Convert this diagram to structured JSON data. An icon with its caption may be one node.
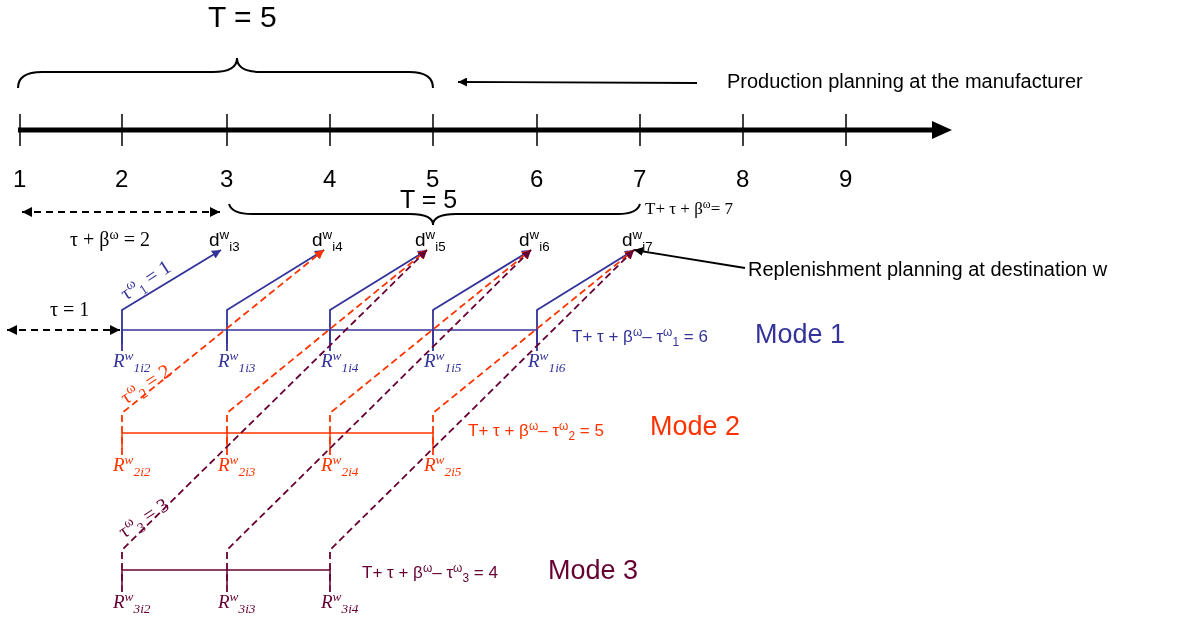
{
  "diagram": {
    "nodes": [
      {
        "text": [
          "Production planning at the manufacturer"
        ]
      },
      {
        "text": [
          "d$^{w}$$_{i3}$"
        ]
      },
      {
        "text": [
          "d$^{w}$$_{i4}$"
        ]
      },
      {
        "text": [
          "d$^{w}$$_{i5}$"
        ]
      },
      {
        "text": [
          "d$^{w}$$_{i6}$"
        ]
      },
      {
        "text": [
          "d$^{w}$$_{i7}$"
        ]
      },
      {
        "text": [
          "Replenishment planning at destination w"
        ]
      },
      {
        "text": [
          "R$^{w}$$_{1i2}$"
        ]
      },
      {
        "text": [
          "R$^{w}$$_{1i3}$"
        ]
      },
      {
        "text": [
          "R$^{w}$$_{1i4}$"
        ]
      },
      {
        "text": [
          "R$^{w}$$_{1i5}$"
        ]
      },
      {
        "text": [
          "R$^{w}$$_{1i6}$"
        ]
      },
      {
        "text": [
          "R$^{w}$$_{2i2}$"
        ]
      },
      {
        "text": [
          "R$^{w}$$_{2i3}$"
        ]
      },
      {
        "text": [
          "R$^{w}$$_{2i4}$"
        ]
      },
      {
        "text": [
          "R$^{w}$$_{2i5}$"
        ]
      },
      {
        "text": [
          "R$^{w}$$_{3i2}$"
        ]
      },
      {
        "text": [
          "R$^{w}$$_{3i3}$"
        ]
      },
      {
        "text": [
          "R$^{w}$$_{3i4}$"
        ]
      }
    ],
    "edges": [
      {
        "from": 0,
        "to": null,
        "arrow": "to",
        "color": "#000000"
      },
      {
        "from": 6,
        "to": 5,
        "arrow": "to",
        "color": "#000000"
      },
      {
        "from": 7,
        "to": 1,
        "arrow": "to",
        "color": "#333399"
      },
      {
        "from": 8,
        "to": 2,
        "arrow": "to",
        "color": "#333399"
      },
      {
        "from": 9,
        "to": 3,
        "arrow": "to",
        "color": "#333399"
      },
      {
        "from": 10,
        "to": 4,
        "arrow": "to",
        "color": "#333399"
      },
      {
        "from": 11,
        "to": 5,
        "arrow": "to",
        "color": "#333399"
      },
      {
        "from": 12,
        "to": 2,
        "arrow": "to",
        "style": "dashed",
        "color": "#ff3300"
      },
      {
        "from": 13,
        "to": 3,
        "arrow": "to",
        "style": "dashed",
        "color": "#ff3300"
      },
      {
        "from": 14,
        "to": 4,
        "arrow": "to",
        "style": "dashed",
        "color": "#ff3300"
      },
      {
        "from": 15,
        "to": 5,
        "arrow": "to",
        "style": "dashed",
        "color": "#ff3300"
      },
      {
        "from": 16,
        "to": 3,
        "arrow": "to",
        "style": "dashed",
        "color": "#660033"
      },
      {
        "from": 17,
        "to": 4,
        "arrow": "to",
        "style": "dashed",
        "color": "#660033"
      },
      {
        "from": 18,
        "to": 5,
        "arrow": "to",
        "style": "dashed",
        "color": "#660033"
      }
    ],
    "labels": [
      "T = 5",
      "1",
      "2",
      "3",
      "4",
      "5",
      "6",
      "7",
      "8",
      "9",
      "T = 5",
      "τ + β$^{ω}$ = 2",
      "T+ τ + β$^{ω}$= 7",
      "τ = 1",
      "τ$^{ω}$$_{1}$ = 1",
      "T+ τ + β$^{ω}$– τ$^{ω}$$_{1}$ = 6",
      "Mode 1",
      "τ$^{ω}$$_{2}$ = 2",
      "T+ τ + β$^{ω}$– τ$^{ω}$$_{2}$ = 5",
      "Mode 2",
      "τ$^{ω}$$_{3}$ = 3",
      "T+ τ + β$^{ω}$– τ$^{ω}$$_{3}$ = 4",
      "Mode 3"
    ]
  }
}
